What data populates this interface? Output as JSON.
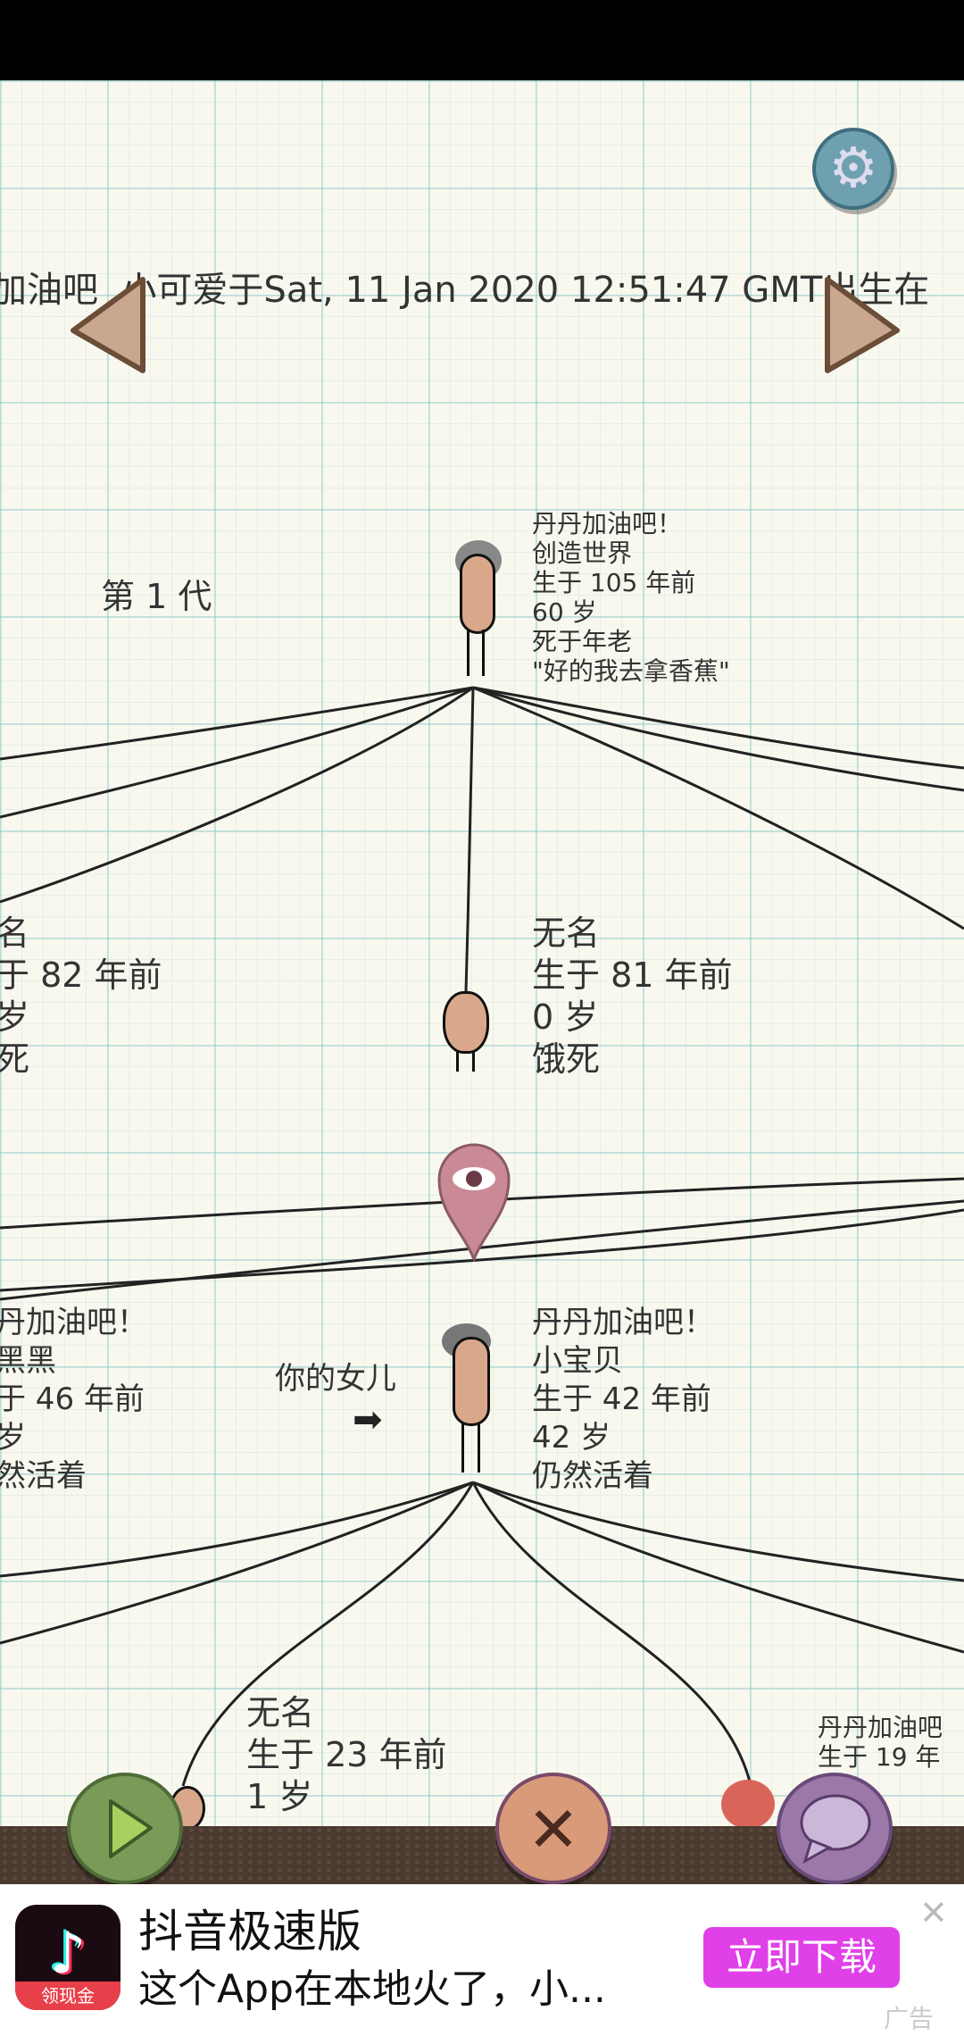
{
  "marquee": "加油吧  小可爱于Sat, 11 Jan 2020 12:51:47 GMT出生在",
  "generation_label": "第 1 代",
  "gen1": {
    "lines": [
      "丹丹加油吧！",
      "创造世界",
      "生于 105 年前",
      "60 岁",
      "死于年老",
      "\"好的我去拿香蕉\""
    ]
  },
  "child_left": {
    "lines": [
      "名",
      "于 82 年前",
      "岁",
      "死"
    ]
  },
  "child_center": {
    "lines": [
      "无名",
      "生于 81 年前",
      "0 岁",
      "饿死"
    ]
  },
  "gen2_left": {
    "lines": [
      "丹加油吧！",
      "黑黑",
      "于 46 年前",
      "岁",
      "然活着"
    ]
  },
  "gen2_you": {
    "lines": [
      "丹丹加油吧！",
      "小宝贝",
      "生于 42 年前",
      "42 岁",
      "仍然活着"
    ]
  },
  "your_daughter": "你的女儿",
  "gen3_left": {
    "lines": [
      "无名",
      "生于 23 年前",
      "1 岁"
    ]
  },
  "gen3_right": {
    "lines": [
      "丹丹加油吧",
      "生于 19 年"
    ]
  },
  "icons": [
    "gear-icon",
    "arrow-left-icon",
    "arrow-right-icon",
    "eye-pin-icon",
    "play-icon",
    "puppet-icon",
    "chat-icon"
  ],
  "ad": {
    "title": "抖音极速版",
    "subtitle": "这个App在本地火了，小...",
    "cta": "立即下载",
    "icon_badge": "领现金",
    "label": "广告",
    "close": "✕",
    "cta_color": "#e040e8"
  }
}
